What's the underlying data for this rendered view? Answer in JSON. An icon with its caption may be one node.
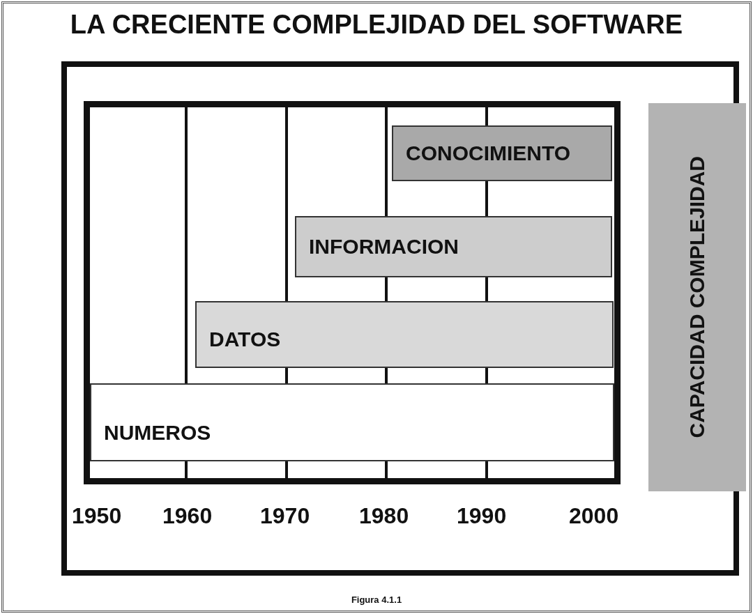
{
  "diagram": {
    "title": "LA CRECIENTE COMPLEJIDAD DEL SOFTWARE",
    "caption": "Figura 4.1.1",
    "nodes": [
      {
        "text": [
          "CONOCIMIENTO"
        ]
      },
      {
        "text": [
          "INFORMACION"
        ]
      },
      {
        "text": [
          "DATOS"
        ]
      },
      {
        "text": [
          "NUMEROS"
        ]
      },
      {
        "text": [
          "CAPACIDAD COMPLEJIDAD"
        ]
      }
    ],
    "labels": [
      "1950",
      "1960",
      "1970",
      "1980",
      "1990",
      "2000"
    ]
  }
}
